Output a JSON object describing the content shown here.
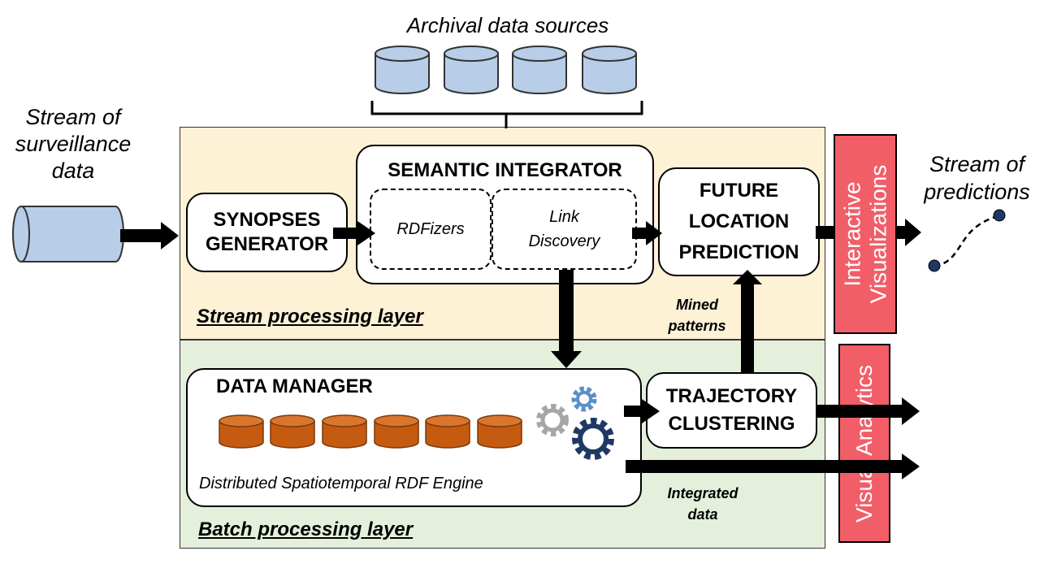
{
  "archival_label": "Archival data sources",
  "stream_input": {
    "line1": "Stream of",
    "line2": "surveillance",
    "line3": "data"
  },
  "synopses": {
    "line1": "SYNOPSES",
    "line2": "GENERATOR"
  },
  "semantic": {
    "title": "SEMANTIC INTEGRATOR",
    "rdfizers": "RDFizers",
    "link1": "Link",
    "link2": "Discovery"
  },
  "future": {
    "line1": "FUTURE",
    "line2": "LOCATION",
    "line3": "PREDICTION"
  },
  "interactive": {
    "line1": "Interactive",
    "line2": "Visualizations"
  },
  "predictions": {
    "line1": "Stream of",
    "line2": "predictions"
  },
  "stream_layer": "Stream processing layer",
  "mined": {
    "line1": "Mined",
    "line2": "patterns"
  },
  "data_manager": {
    "title": "DATA MANAGER",
    "engine": "Distributed Spatiotemporal RDF Engine"
  },
  "trajectory": {
    "line1": "TRAJECTORY",
    "line2": "CLUSTERING"
  },
  "visual_analytics": "Visual Analytics",
  "integrated": {
    "line1": "Integrated",
    "line2": "data"
  },
  "batch_layer": "Batch processing layer",
  "colors": {
    "stream_layer": "#fdf1d6",
    "batch_layer": "#e4f0dc",
    "cylinder_blue": "#b8cde8",
    "cylinder_orange": "#c55a11",
    "red_panel": "#f25e68",
    "gear_gray": "#a6a6a6",
    "gear_blue_light": "#5b8fc7",
    "gear_navy": "#1f3864"
  }
}
